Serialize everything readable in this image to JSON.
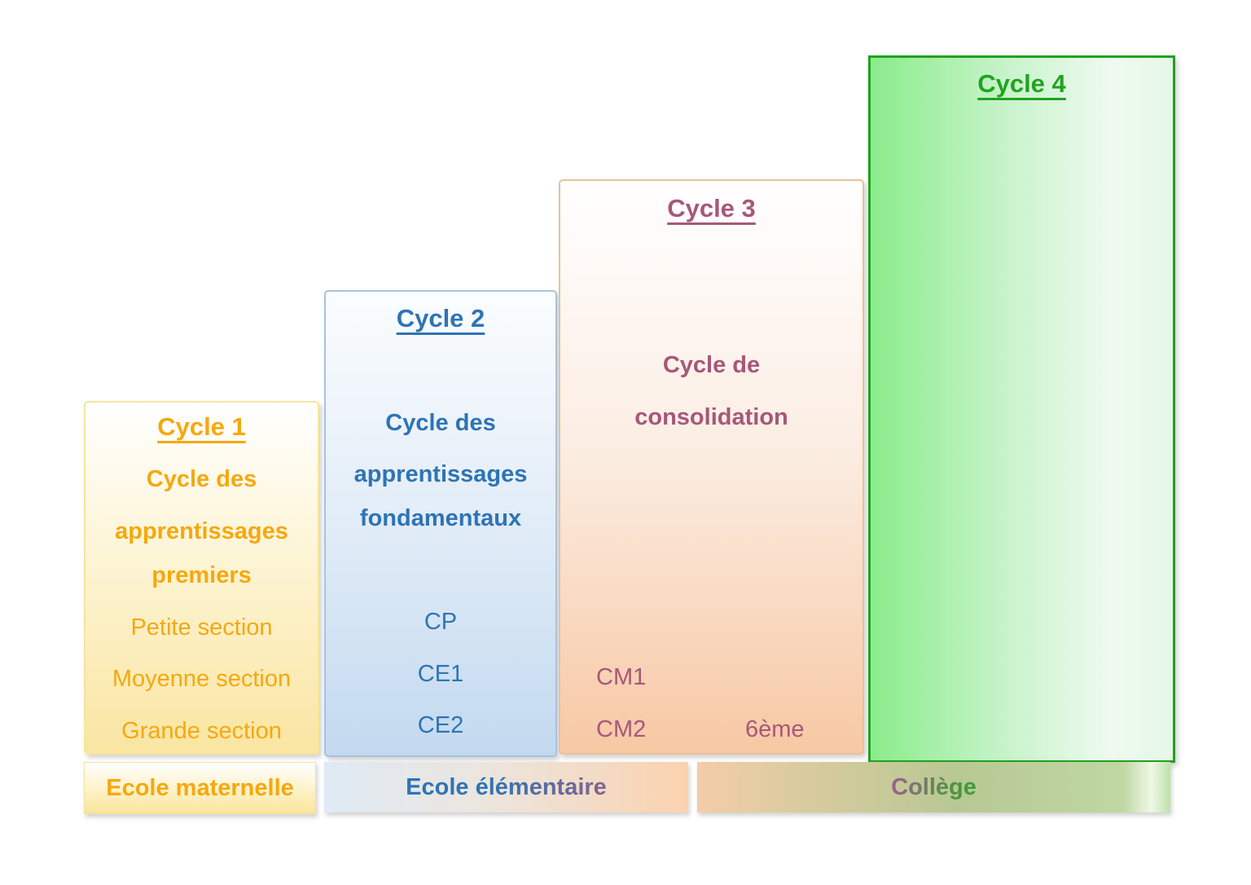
{
  "cycles": [
    {
      "title": "Cycle 1",
      "subtitle_lines": [
        "Cycle des",
        "apprentissages",
        "premiers"
      ],
      "levels": [
        "Petite section",
        "Moyenne section",
        "Grande section"
      ],
      "colors": {
        "text": "#F6A80E",
        "border": "#F6E69A",
        "bg_bottom": "#FAE5A2"
      }
    },
    {
      "title": "Cycle 2",
      "subtitle_lines": [
        "Cycle des",
        "apprentissages",
        "fondamentaux"
      ],
      "levels": [
        "CP",
        "CE1",
        "CE2"
      ],
      "colors": {
        "text": "#2E74B5",
        "border": "#A9C2DC",
        "bg_bottom": "#C3D9EF"
      }
    },
    {
      "title": "Cycle 3",
      "subtitle_lines": [
        "Cycle de",
        "consolidation"
      ],
      "levels": [
        "CM1",
        "CM2",
        "6ème"
      ],
      "colors": {
        "text": "#A7577A",
        "border": "#EAC09A",
        "bg_bottom": "#F7C8A4"
      }
    },
    {
      "title": "Cycle 4",
      "subtitle_lines": [],
      "levels": [],
      "colors": {
        "text": "#1FA41F",
        "border": "#21A121",
        "bg_left": "#8BEC8B"
      }
    }
  ],
  "school_bars": [
    {
      "label": "Ecole maternelle",
      "color": "#F6A80E"
    },
    {
      "label": "Ecole élémentaire",
      "color_from": "#2E74B5",
      "color_to": "#A05C8C"
    },
    {
      "label": "Collège",
      "color_from": "#96628B",
      "color_to": "#2FA32F"
    }
  ]
}
